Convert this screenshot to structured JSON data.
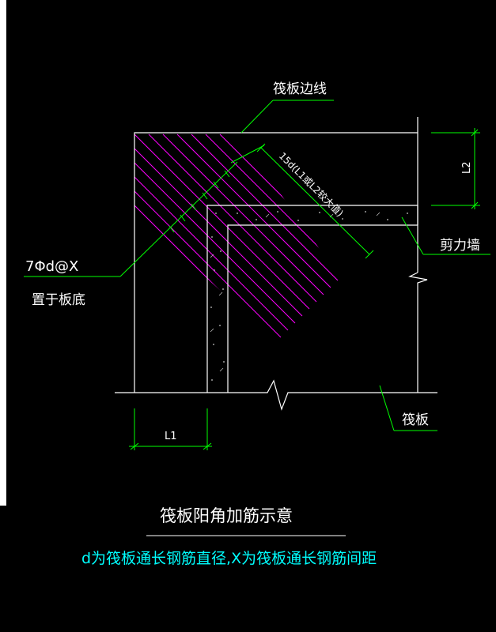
{
  "labels": {
    "raft_edge": "筏板边线",
    "anchor_len": "15d(L1或L2较大值)",
    "shear_wall": "剪力墙",
    "rebar_spec": "7Φd@X",
    "rebar_place": "置于板底",
    "raft": "筏板",
    "dim_l1": "L1",
    "dim_l2": "L2"
  },
  "caption": {
    "title": "筏板阳角加筋示意",
    "note": "d为筏板通长钢筋直径,X为筏板通长钢筋间距"
  },
  "colors": {
    "background": "#000000",
    "outline": "#ffffff",
    "leader": "#00ff00",
    "hatch": "#ff00ff",
    "note_text": "#00ffff",
    "label_text": "#ffffff"
  }
}
